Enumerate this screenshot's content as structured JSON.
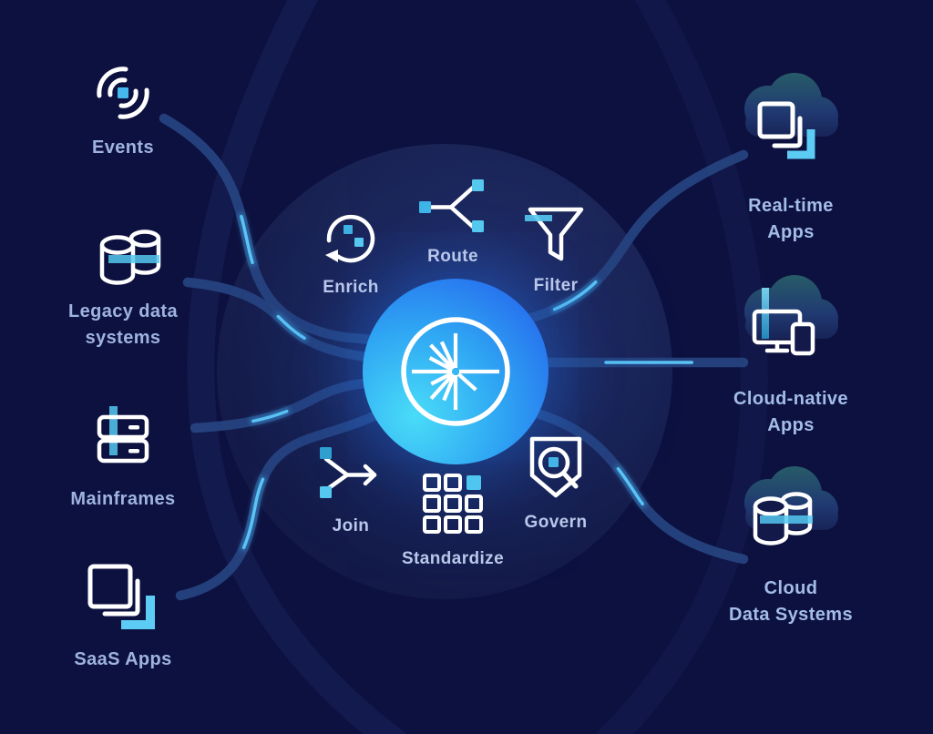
{
  "diagram": {
    "center": {
      "logo_icon": "confluent-spark-logo"
    },
    "capabilities": [
      {
        "label": "Enrich",
        "icon": "refresh-icon"
      },
      {
        "label": "Route",
        "icon": "branch-icon"
      },
      {
        "label": "Filter",
        "icon": "funnel-icon"
      },
      {
        "label": "Join",
        "icon": "merge-icon"
      },
      {
        "label": "Standardize",
        "icon": "grid-icon"
      },
      {
        "label": "Govern",
        "icon": "shield-magnifier-icon"
      }
    ],
    "sources": [
      {
        "label": "Events",
        "icon": "signal-icon"
      },
      {
        "label": "Legacy data\nsystems",
        "icon": "databases-icon"
      },
      {
        "label": "Mainframes",
        "icon": "servers-icon"
      },
      {
        "label": "SaaS Apps",
        "icon": "stacked-apps-icon"
      }
    ],
    "destinations": [
      {
        "label": "Real-time\nApps",
        "icon": "cloud-apps-icon"
      },
      {
        "label": "Cloud-native\nApps",
        "icon": "cloud-devices-icon"
      },
      {
        "label": "Cloud\nData Systems",
        "icon": "cloud-databases-icon"
      }
    ],
    "colors": {
      "background": "#0d1140",
      "accent_cyan": "#4fc3f0",
      "icon_stroke": "#ffffff",
      "label": "#9fb3e0",
      "pipe": "#26437f",
      "hub_gradient": [
        "#49dcf8",
        "#2358ec"
      ]
    }
  }
}
